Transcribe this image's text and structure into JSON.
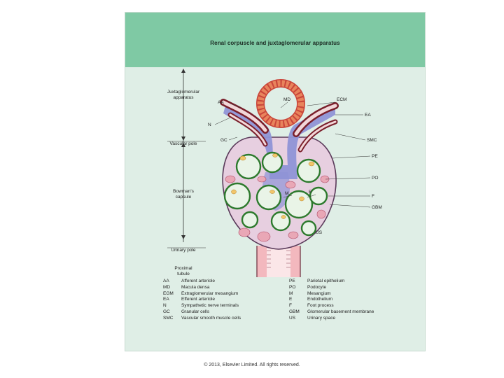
{
  "title": "Renal corpuscle and juxtaglomerular apparatus",
  "copyright": "© 2013, Elsevier Limited. All rights reserved.",
  "side_labels": {
    "jga": [
      "Juxtaglomerular",
      "apparatus"
    ],
    "vascular_pole": "Vascular pole",
    "bowmans": [
      "Bowman's",
      "capsule"
    ],
    "urinary_pole": "Urinary pole",
    "proximal": [
      "Proximal",
      "tubule"
    ]
  },
  "diagram_labels": {
    "AA": "AA",
    "MD": "MD",
    "ECM": "ECM",
    "EA": "EA",
    "N": "N",
    "GC": "GC",
    "SMC": "SMC",
    "PE": "PE",
    "PO": "PO",
    "E": "E",
    "F": "F",
    "GBM": "GBM",
    "M": "M",
    "US": "US"
  },
  "legend_left": [
    {
      "abbr": "AA",
      "text": "Afferent arteriole"
    },
    {
      "abbr": "MD",
      "text": "Macula densa"
    },
    {
      "abbr": "EGM",
      "text": "Extraglomerular mesangium"
    },
    {
      "abbr": "EA",
      "text": "Efferent arteriole"
    },
    {
      "abbr": "N",
      "text": "Sympathetic nerve terminals"
    },
    {
      "abbr": "GC",
      "text": "Granular cells"
    },
    {
      "abbr": "SMC",
      "text": "Vascular smooth muscle cells"
    }
  ],
  "legend_right": [
    {
      "abbr": "PE",
      "text": "Parietal epithelium"
    },
    {
      "abbr": "PO",
      "text": "Podocyte"
    },
    {
      "abbr": "M",
      "text": "Mesangium"
    },
    {
      "abbr": "E",
      "text": "Endothelium"
    },
    {
      "abbr": "F",
      "text": "Foot process"
    },
    {
      "abbr": "GBM",
      "text": "Glomerular basement membrane"
    },
    {
      "abbr": "US",
      "text": "Urinary space"
    }
  ],
  "colors": {
    "title_band": "#7fc9a4",
    "background": "#dfeee6",
    "capsule": "#e7cfe0",
    "mesangium": "#8f93d6",
    "capillary_wall": "#2d7a2d",
    "cell": "#e9a7b6",
    "tubule": "#f3b8be",
    "macula_densa": "#e8845c"
  }
}
